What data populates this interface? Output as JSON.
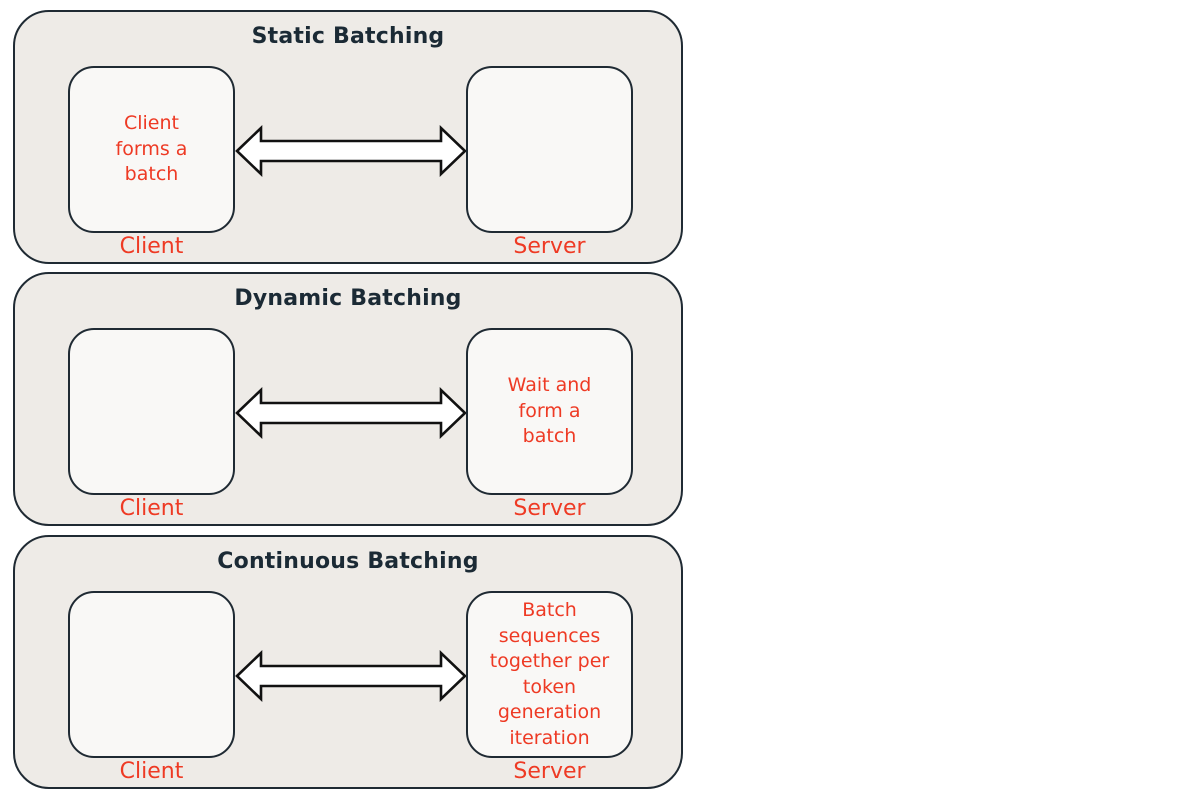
{
  "panels": [
    {
      "title": "Static Batching",
      "client_text": "Client\nforms a\nbatch",
      "server_text": "",
      "client_label": "Client",
      "server_label": "Server"
    },
    {
      "title": "Dynamic Batching",
      "client_text": "",
      "server_text": "Wait and\nform a\nbatch",
      "client_label": "Client",
      "server_label": "Server"
    },
    {
      "title": "Continuous Batching",
      "client_text": "",
      "server_text": "Batch\nsequences\ntogether per\ntoken\ngeneration\niteration",
      "client_label": "Client",
      "server_label": "Server"
    }
  ],
  "colors": {
    "panel_background": "#eeebe7",
    "box_background": "#f9f8f6",
    "outline": "#1f2a33",
    "title_text": "#1b2a35",
    "accent_text": "#ee3a24"
  },
  "icons": {
    "arrow": "double-headed-arrow-icon"
  }
}
